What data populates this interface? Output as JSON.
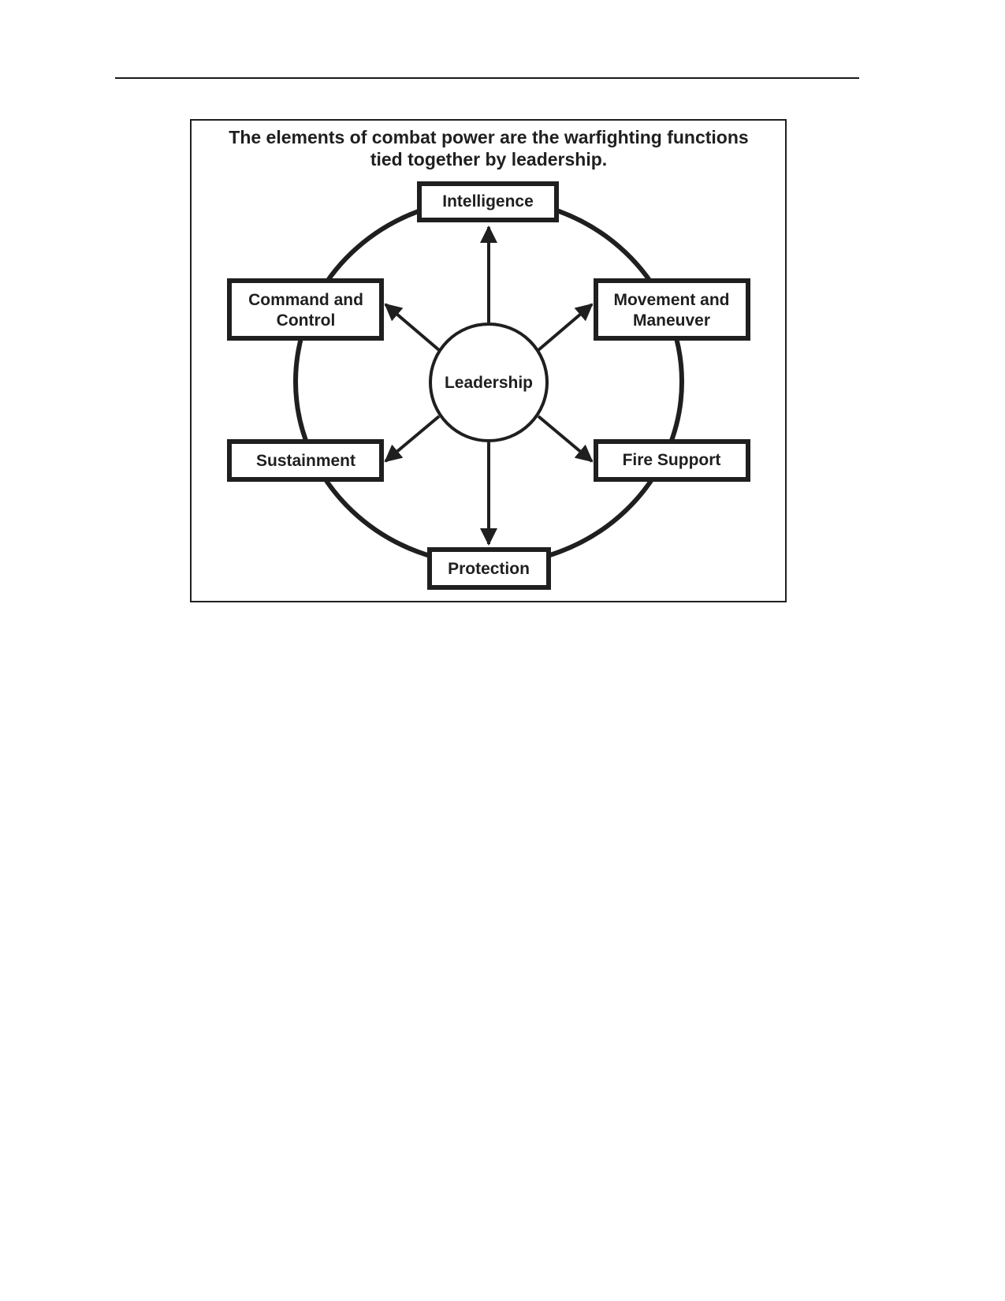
{
  "caption": {
    "line1": "The elements of combat power are the warfighting functions",
    "line2": "tied together by leadership."
  },
  "center": {
    "label": "Leadership"
  },
  "functions": {
    "intelligence": "Intelligence",
    "command_and_control": [
      "Command and",
      "Control"
    ],
    "movement_and_maneuver": [
      "Movement and",
      "Maneuver"
    ],
    "sustainment": "Sustainment",
    "fire_support": "Fire Support",
    "protection": "Protection"
  },
  "colors": {
    "ink": "#1f1f1f",
    "background": "#ffffff"
  }
}
